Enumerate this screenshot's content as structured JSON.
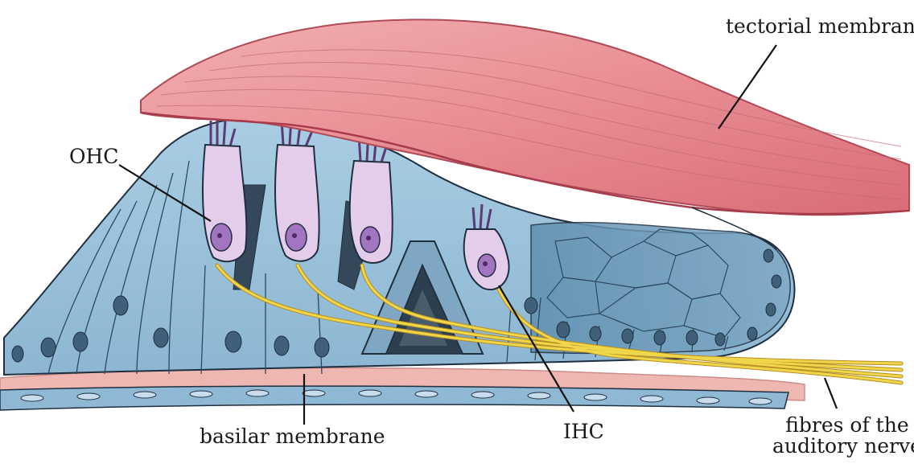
{
  "labels": {
    "tectorial_membrane": "tectorial membrane",
    "ohc": "OHC",
    "basilar_membrane": "basilar membrane",
    "ihc": "IHC",
    "fibres_line1": "fibres of the",
    "fibres_line2": "auditory nerve"
  },
  "colors": {
    "tectorial": "#e58a90",
    "tectorial_light": "#f3b8b8",
    "support_cells": "#9ec4dc",
    "support_dark": "#6f9fc0",
    "hair_cells": "#dcbfe6",
    "hair_nucleus": "#9a6bb8",
    "nerve_fibres": "#f0d64a",
    "basilar": "#efb4b0",
    "outline": "#1f2f3f"
  }
}
